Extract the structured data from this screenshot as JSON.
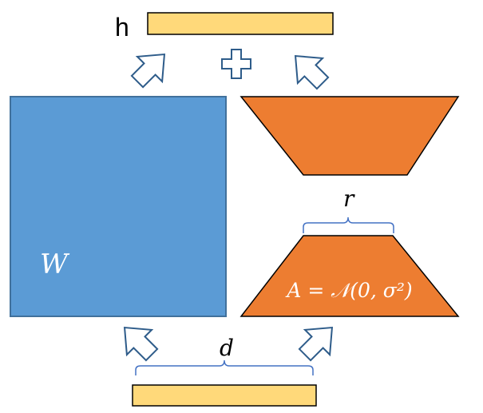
{
  "labels": {
    "output": "h",
    "weight": "W",
    "rank": "r",
    "dim": "d",
    "a_init": "A = 𝒩(0, σ²)"
  },
  "colors": {
    "weight_fill": "#5b9bd5",
    "weight_stroke": "#41719c",
    "trapezoid_fill": "#ed7d31",
    "trapezoid_stroke": "#000000",
    "vector_fill": "#ffd97a",
    "vector_stroke": "#000000",
    "arrow_stroke": "#2e5c8a",
    "brace_stroke": "#4472c4",
    "text_white": "#ffffff",
    "text_black": "#000000"
  }
}
